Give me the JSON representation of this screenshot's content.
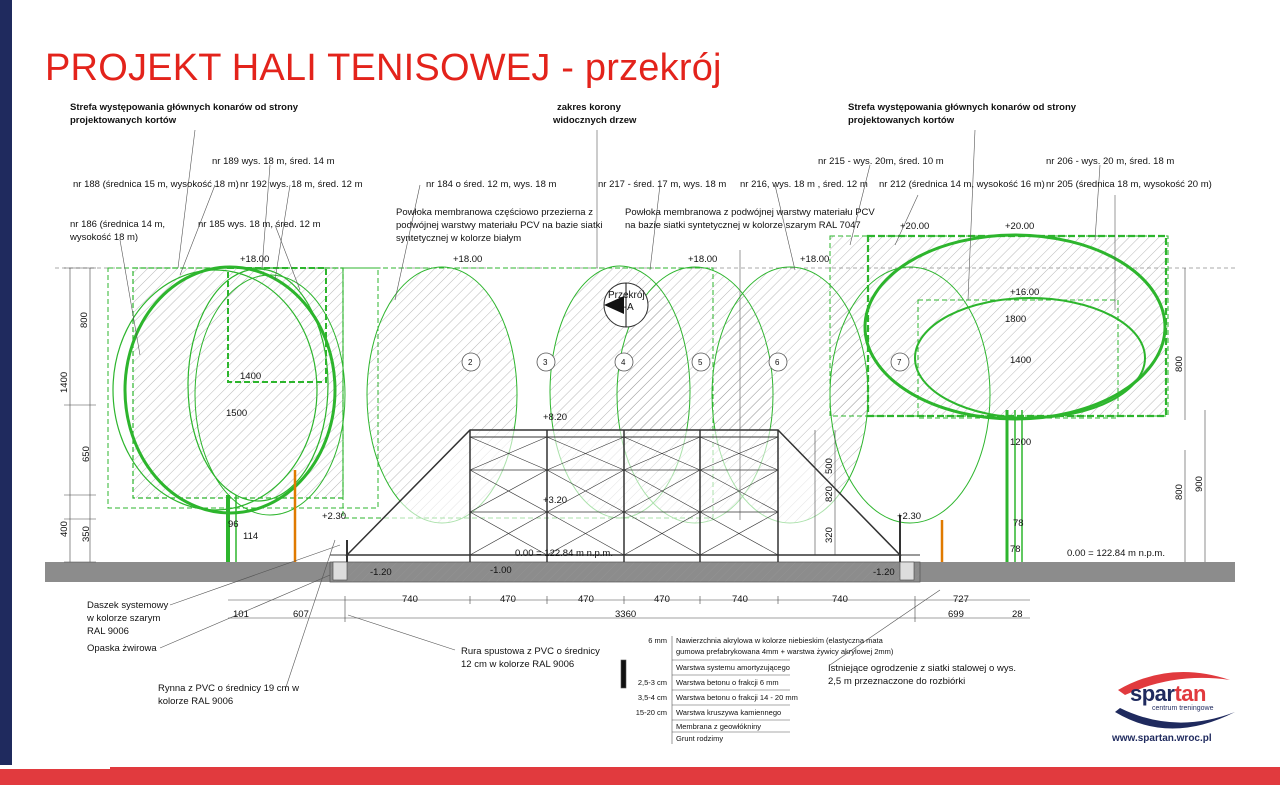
{
  "title": "PROJEKT HALI TENISOWEJ - przekrój",
  "notes": {
    "zone_left_1": "Strefa występowania głównych konarów od strony",
    "zone_left_2": "projektowanych kortów",
    "crown_1": "zakres korony",
    "crown_2": "widocznych drzew",
    "zone_right_1": "Strefa występowania głównych konarów od strony",
    "zone_right_2": "projektowanych kortów",
    "membrane_left_1": "Powłoka membranowa częściowo przezierna z",
    "membrane_left_2": "podwójnej warstwy materiału PCV na bazie siatki",
    "membrane_left_3": "syntetycznej w kolorze białym",
    "membrane_right_1": "Powłoka membranowa z podwójnej warstwy materiału PCV",
    "membrane_right_2": "na bazie siatki syntetycznej w kolorze szarym RAL 7047"
  },
  "trees": {
    "t189": "nr 189 wys. 18 m, śred. 14 m",
    "t188": "nr 188  (średnica 15 m, wysokość 18 m)",
    "t192": "nr 192 wys. 18 m, śred. 12 m",
    "t186_1": "nr 186  (średnica 14 m,",
    "t186_2": "wysokość 18 m)",
    "t185": "nr 185 wys. 18 m, śred. 12 m",
    "t184": "nr 184 o śred. 12 m, wys. 18 m",
    "t217": "nr 217 - śred. 17 m, wys. 18 m",
    "t216": "nr 216, wys. 18 m , śred. 12 m",
    "t215": "nr 215 - wys. 20m, śred. 10 m",
    "t212": "nr 212  (średnica 14 m, wysokość 16 m)",
    "t206": "nr 206 - wys. 20 m, śred. 18 m",
    "t205": "nr 205  (średnica 18 m, wysokość 20 m)"
  },
  "elevations": {
    "e1800_l": "+18.00",
    "e1800_m": "+18.00",
    "e1800_c": "+18.00",
    "e1800_r": "+18.00",
    "e2000_a": "+20.00",
    "e2000_b": "+20.00",
    "e1600": "+16.00",
    "e820": "+8.20",
    "e320": "+3.20",
    "e230_l": "+2.30",
    "e230_r": "+2.30",
    "zero_c": "0.00 = 122.84 m n.p.m.",
    "zero_r": "0.00 = 122.84 m n.p.m.",
    "m120_l": "-1.20",
    "m100": "-1.00",
    "m120_r": "-1.20"
  },
  "section_mark": {
    "line1": "Przekrój",
    "line2": "A-A"
  },
  "axes": [
    "2",
    "3",
    "4",
    "5",
    "6",
    "7"
  ],
  "dims": {
    "d800_l": "800",
    "d1400_l": "1400",
    "d650": "650",
    "d400": "400",
    "d350": "350",
    "d1400_inner": "1400",
    "d1500": "1500",
    "d96": "96",
    "d114": "114",
    "d1800": "1800",
    "d1400_r": "1400",
    "d800_r": "800",
    "d1200": "1200",
    "d500": "500",
    "d820": "820",
    "d320": "320",
    "d78_a": "78",
    "d78_b": "78",
    "d800_rr": "800",
    "d900": "900",
    "b740_a": "740",
    "b470_a": "470",
    "b470_b": "470",
    "b470_c": "470",
    "b740_b": "740",
    "b740_c": "740",
    "b3360": "3360",
    "b101": "101",
    "b607": "607",
    "b727": "727",
    "b699": "699",
    "b28": "28"
  },
  "callouts": {
    "daszek_1": "Daszek systemowy",
    "daszek_2": "w kolorze szarym",
    "daszek_3": "RAL 9006",
    "opaska": "Opaska żwirowa",
    "rynna_1": "Rynna z PVC o średnicy 19 cm w",
    "rynna_2": "kolorze RAL 9006",
    "rura_1": "Rura spustowa z PVC o średnicy",
    "rura_2": "12 cm w kolorze RAL 9006",
    "fence_1": "Istniejące ogrodzenie z siatki stalowej o wys.",
    "fence_2": "2,5 m przeznaczone do rozbiórki"
  },
  "legend": [
    {
      "thk": "6 mm",
      "desc": "Nawierzchnia akrylowa w kolorze niebieskim (elastyczna mata"
    },
    {
      "thk": "",
      "desc": "gumowa prefabrykowana 4mm  + warstwa żywicy akrylowej 2mm)"
    },
    {
      "thk": "",
      "desc": "Warstwa systemu amortyzującego"
    },
    {
      "thk": "2,5-3 cm",
      "desc": "Warstwa betonu o frakcji 6 mm"
    },
    {
      "thk": "3,5-4 cm",
      "desc": "Warstwa betonu o frakcji 14 - 20 mm"
    },
    {
      "thk": "15-20 cm",
      "desc": "Warstwa kruszywa kamiennego"
    },
    {
      "thk": "",
      "desc": "Membrana z geowłókniny"
    },
    {
      "thk": "",
      "desc": "Grunt rodzimy"
    }
  ],
  "logo": {
    "brand_a": "spar",
    "brand_b": "tan",
    "sub": "centrum treningowe",
    "url": "www.spartan.wroc.pl"
  },
  "colors": {
    "title": "#e3231b",
    "tree_line": "#2db52d",
    "bar_blue": "#1f2a5e",
    "bar_red": "#e13a3e"
  }
}
